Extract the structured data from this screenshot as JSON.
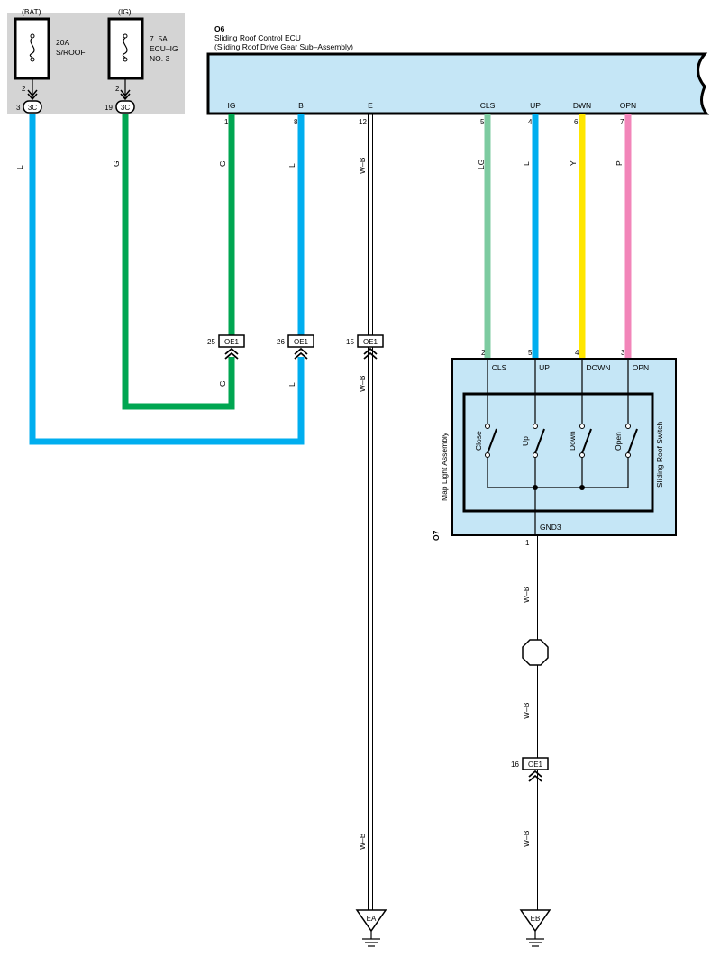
{
  "fuse_box": {
    "bat_label": "(BAT)",
    "ig_label": "(IG)",
    "fuse1": {
      "line1": "20A",
      "line2": "S/ROOF",
      "pin": "2",
      "conn_pin": "3",
      "conn": "3C"
    },
    "fuse2": {
      "line1": "7. 5A",
      "line2": "ECU–IG",
      "line3": "NO. 3",
      "pin": "2",
      "conn_pin": "19",
      "conn": "3C"
    }
  },
  "ecu": {
    "code": "O6",
    "name": "Sliding Roof Control ECU",
    "subname": "(Sliding Roof Drive Gear Sub–Assembly)",
    "terminals": [
      {
        "name": "IG",
        "pin": "1"
      },
      {
        "name": "B",
        "pin": "8"
      },
      {
        "name": "E",
        "pin": "12"
      },
      {
        "name": "CLS",
        "pin": "5"
      },
      {
        "name": "UP",
        "pin": "4"
      },
      {
        "name": "DWN",
        "pin": "6"
      },
      {
        "name": "OPN",
        "pin": "7"
      }
    ]
  },
  "wire_colors": {
    "L": "#00aeef",
    "G": "#00a651",
    "LG": "#7dcba0",
    "Y": "#ffe600",
    "P": "#f285b9",
    "W-B": "#000000"
  },
  "wire_labels": {
    "l_left": "L",
    "g_left": "G",
    "ig_upper": "G",
    "b_upper": "L",
    "e_upper": "W–B",
    "cls": "LG",
    "up": "L",
    "dwn": "Y",
    "opn": "P",
    "ig_lower": "G",
    "b_lower": "L",
    "e_lower1": "W–B",
    "e_lower2": "W–B",
    "gnd_1": "W–B",
    "gnd_2": "W–B",
    "gnd_3": "W–B"
  },
  "junctions": {
    "ig": {
      "pin": "25",
      "conn": "OE1"
    },
    "b": {
      "pin": "26",
      "conn": "OE1"
    },
    "e": {
      "pin": "15",
      "conn": "OE1"
    },
    "gnd": {
      "pin": "16",
      "conn": "OE1"
    }
  },
  "map_light": {
    "code": "O7",
    "name": "Map Light Assembly",
    "switch_name": "Sliding Roof Switch",
    "pins": {
      "cls": "2",
      "up": "5",
      "down": "4",
      "opn": "3",
      "gnd": "1"
    },
    "terminals": {
      "cls": "CLS",
      "up": "UP",
      "down": "DOWN",
      "opn": "OPN",
      "gnd": "GND3"
    },
    "switches": [
      "Close",
      "Up",
      "Down",
      "Open"
    ]
  },
  "grounds": {
    "ea": "EA",
    "eb": "EB"
  }
}
